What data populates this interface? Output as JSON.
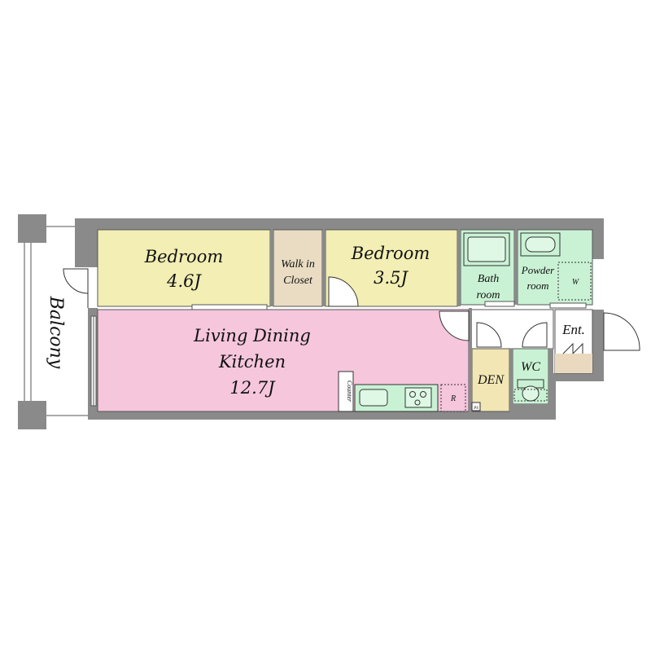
{
  "rooms": {
    "bedroom1": {
      "label": "Bedroom",
      "size": "4.6J"
    },
    "walk_in_closet": {
      "line1": "Walk in",
      "line2": "Closet"
    },
    "bedroom2": {
      "label": "Bedroom",
      "size": "3.5J"
    },
    "bathroom": {
      "line1": "Bath",
      "line2": "room"
    },
    "powder_room": {
      "line1": "Powder",
      "line2": "room",
      "washer": "W"
    },
    "ldk": {
      "line1": "Living Dining",
      "line2": "Kitchen",
      "size": "12.7J"
    },
    "den": {
      "label": "DEN"
    },
    "wc": {
      "label": "WC"
    },
    "entrance": {
      "label": "Ent."
    },
    "balcony": {
      "label": "Balcony"
    }
  },
  "fixtures": {
    "counter": "Counter",
    "refrigerator": "R",
    "pipe_space": "PS"
  },
  "colors": {
    "wall": "#8a8a8a",
    "bedroom": "#f2eeb4",
    "closet": "#e9dcc3",
    "ldk": "#f5c6dc",
    "wet_area": "#c9f2d4",
    "den": "#f2e6b4",
    "entrance": "#ead9bf",
    "balcony": "#ffffff"
  }
}
